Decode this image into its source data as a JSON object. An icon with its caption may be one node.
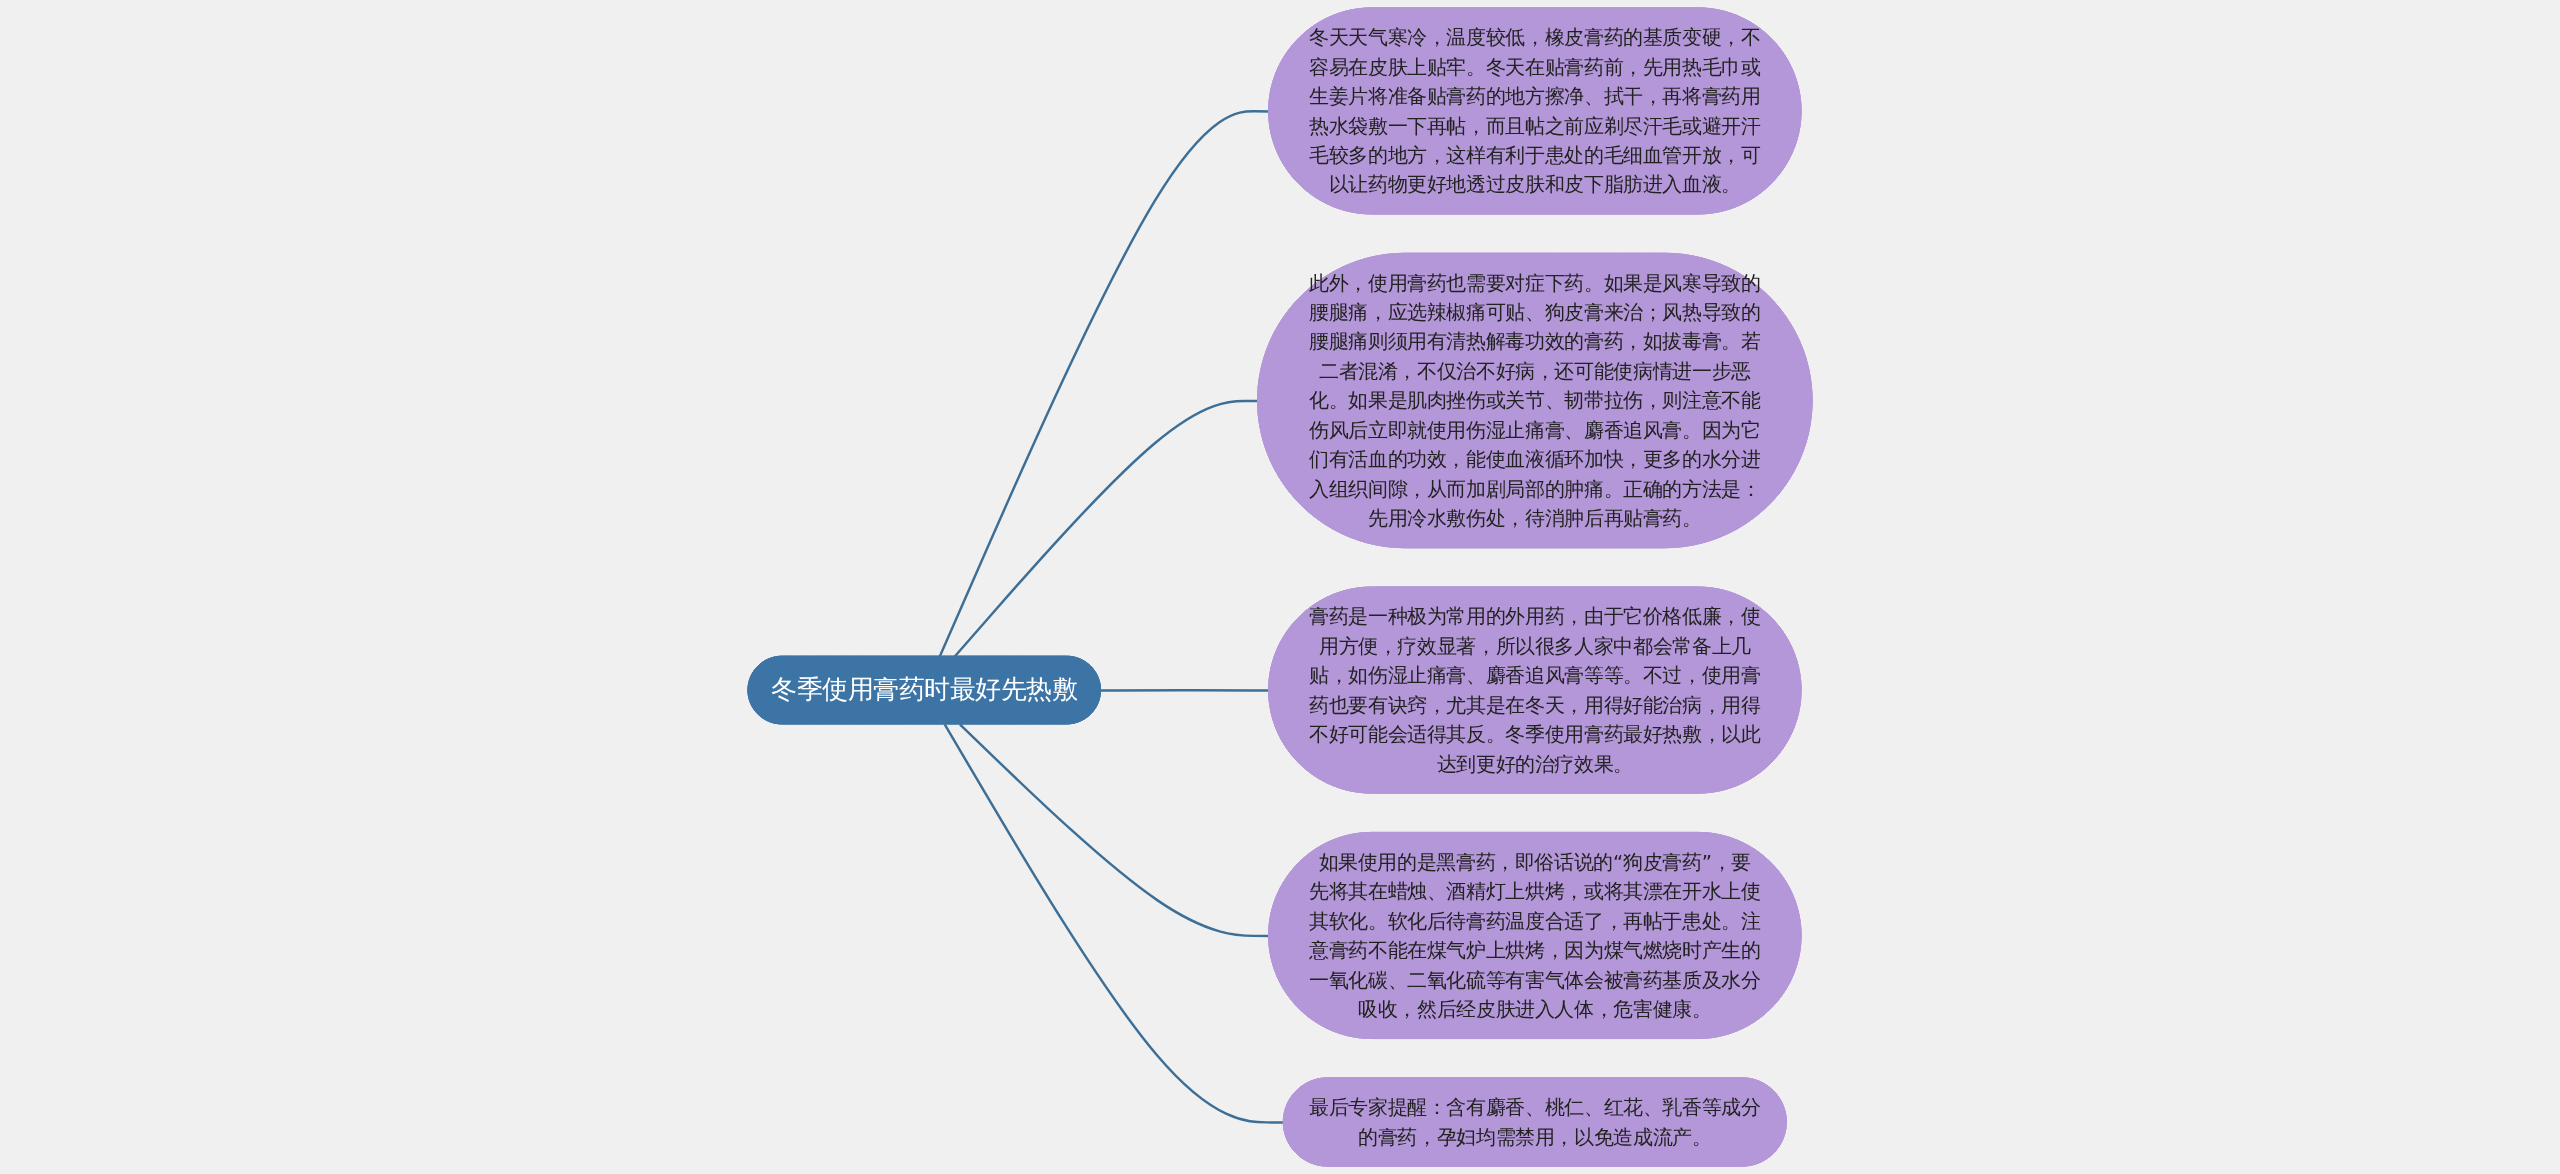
{
  "diagram": {
    "nodes": [
      {
        "text": [
          "冬季使用膏药时最好先热敷"
        ]
      },
      {
        "text": [
          "冬天天气寒冷，温度较低，橡皮膏药的基质变硬，不容易在皮肤上贴牢。冬天在贴膏药前，先用热毛巾或生姜片将准备贴膏药的地方擦净、拭干，再将膏药用热水袋敷一下再帖，而且帖之前应剃尽汗毛或避开汗毛较多的地方，这样有利于患处的毛细血管开放，可以让药物更好地透过皮肤和皮下脂肪进入血液。"
        ]
      },
      {
        "text": [
          "此外，使用膏药也需要对症下药。如果是风寒导致的腰腿痛，应选辣椒痛可贴、狗皮膏来治；风热导致的腰腿痛则须用有清热解毒功效的膏药，如拔毒膏。若二者混淆，不仅治不好病，还可能使病情进一步恶化。如果是肌肉挫伤或关节、韧带拉伤，则注意不能伤风后立即就使用伤湿止痛膏、麝香追风膏。因为它们有活血的功效，能使血液循环加快，更多的水分进入组织间隙，从而加剧局部的肿痛。正确的方法是：先用冷水敷伤处，待消肿后再贴膏药。"
        ]
      },
      {
        "text": [
          "膏药是一种极为常用的外用药，由于它价格低廉，使用方便，疗效显著，所以很多人家中都会常备上几贴，如伤湿止痛膏、麝香追风膏等等。不过，使用膏药也要有诀窍，尤其是在冬天，用得好能治病，用得不好可能会适得其反。冬季使用膏药最好热敷，以此达到更好的治疗效果。"
        ]
      },
      {
        "text": [
          "如果使用的是黑膏药，即俗话说的“狗皮膏药”，要先将其在蜡烛、酒精灯上烘烤，或将其漂在开水上使其软化。软化后待膏药温度合适了，再帖于患处。注意膏药不能在煤气炉上烘烤，因为煤气燃烧时产生的一氧化碳、二氧化硫等有害气体会被膏药基质及水分吸收，然后经皮肤进入人体，危害健康。"
        ]
      },
      {
        "text": [
          "最后专家提醒：含有麝香、桃仁、红花、乳香等成分的膏药，孕妇均需禁用，以免造成流产。"
        ]
      }
    ],
    "edges": [
      {
        "from": 0,
        "to": 1,
        "arrow": "none"
      },
      {
        "from": 0,
        "to": 2,
        "arrow": "none"
      },
      {
        "from": 0,
        "to": 3,
        "arrow": "none"
      },
      {
        "from": 0,
        "to": 4,
        "arrow": "none"
      },
      {
        "from": 0,
        "to": 5,
        "arrow": "none"
      }
    ]
  }
}
